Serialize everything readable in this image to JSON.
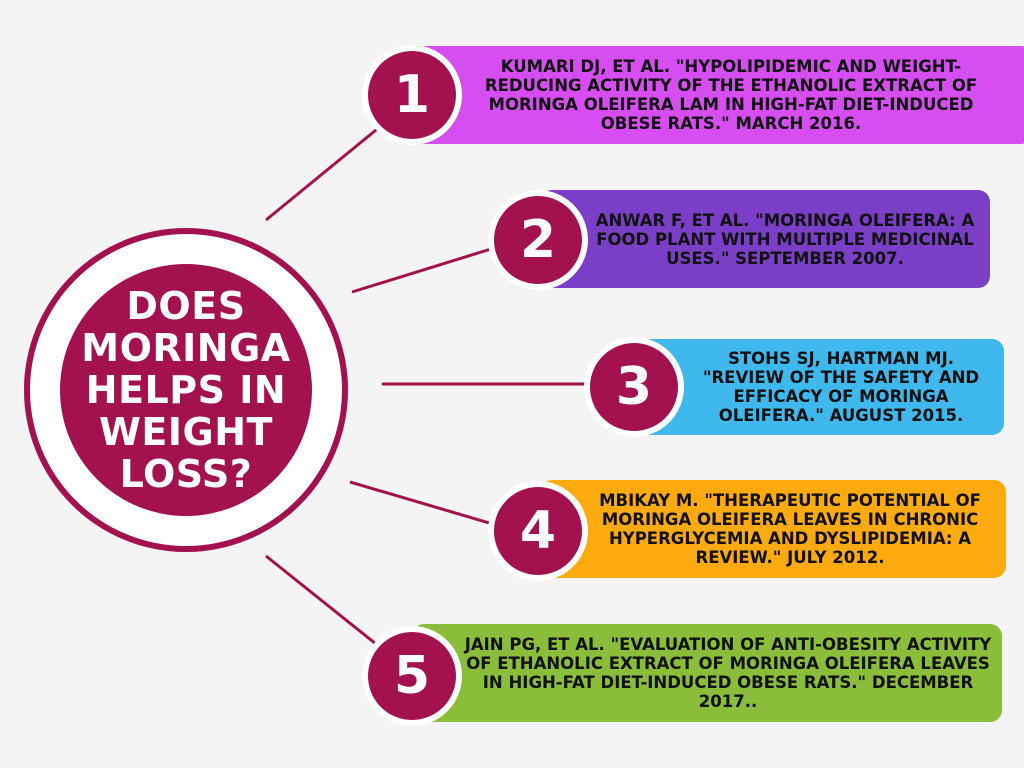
{
  "background": "#f5f4f4",
  "colors": {
    "accent": "#a3114f",
    "ring": "#ffffff",
    "connector": "#a3114f"
  },
  "hub": {
    "title": "DOES\nMORINGA\nHELPS IN\nWEIGHT\nLOSS?"
  },
  "references": [
    {
      "number": "1",
      "text": "KUMARI DJ, ET AL. \"HYPOLIPIDEMIC AND WEIGHT-REDUCING ACTIVITY OF THE ETHANOLIC EXTRACT OF MORINGA OLEIFERA LAM IN HIGH-FAT DIET-INDUCED OBESE RATS.\" MARCH 2016.",
      "color": "#d64df2"
    },
    {
      "number": "2",
      "text": "ANWAR F, ET AL. \"MORINGA OLEIFERA: A FOOD PLANT WITH MULTIPLE MEDICINAL USES.\" SEPTEMBER 2007.",
      "color": "#7b3fc7"
    },
    {
      "number": "3",
      "text": "STOHS SJ, HARTMAN MJ. \"REVIEW OF THE SAFETY AND EFFICACY OF MORINGA OLEIFERA.\" AUGUST 2015.",
      "color": "#3fb8ee"
    },
    {
      "number": "4",
      "text": "MBIKAY M. \"THERAPEUTIC POTENTIAL OF MORINGA OLEIFERA LEAVES IN CHRONIC HYPERGLYCEMIA AND DYSLIPIDEMIA: A REVIEW.\" JULY 2012.",
      "color": "#fdaa10"
    },
    {
      "number": "5",
      "text": "JAIN PG, ET AL. \"EVALUATION OF ANTI-OBESITY ACTIVITY OF ETHANOLIC EXTRACT OF MORINGA OLEIFERA LEAVES IN HIGH-FAT DIET-INDUCED OBESE RATS.\" DECEMBER 2017..",
      "color": "#8abd3a"
    }
  ]
}
